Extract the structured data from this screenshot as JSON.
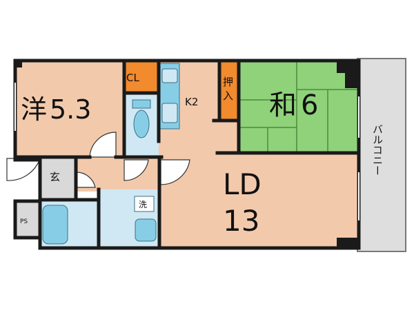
{
  "rooms": {
    "western": {
      "name": "洋",
      "size": "5.3"
    },
    "closet": {
      "label": "CL"
    },
    "kitchen": {
      "label": "K2"
    },
    "oshiire": {
      "label": "押入"
    },
    "japanese": {
      "name": "和",
      "size": "6"
    },
    "entrance": {
      "label": "玄"
    },
    "ps": {
      "label": "PS"
    },
    "washer": {
      "label": "洗"
    },
    "ld": {
      "label": "LD",
      "size": "13"
    },
    "balcony": {
      "label": "バルコニー"
    }
  },
  "colors": {
    "wall": "#1a1a1a",
    "floor_wood": "#f3c9ac",
    "wet_area": "#cfe8f3",
    "fixture": "#87cde6",
    "tatami": "#8fd27a",
    "tatami_line": "#4c8a3a",
    "closet": "#f28a2e",
    "entrance": "#d9d9d9",
    "balcony": "#dedede"
  }
}
